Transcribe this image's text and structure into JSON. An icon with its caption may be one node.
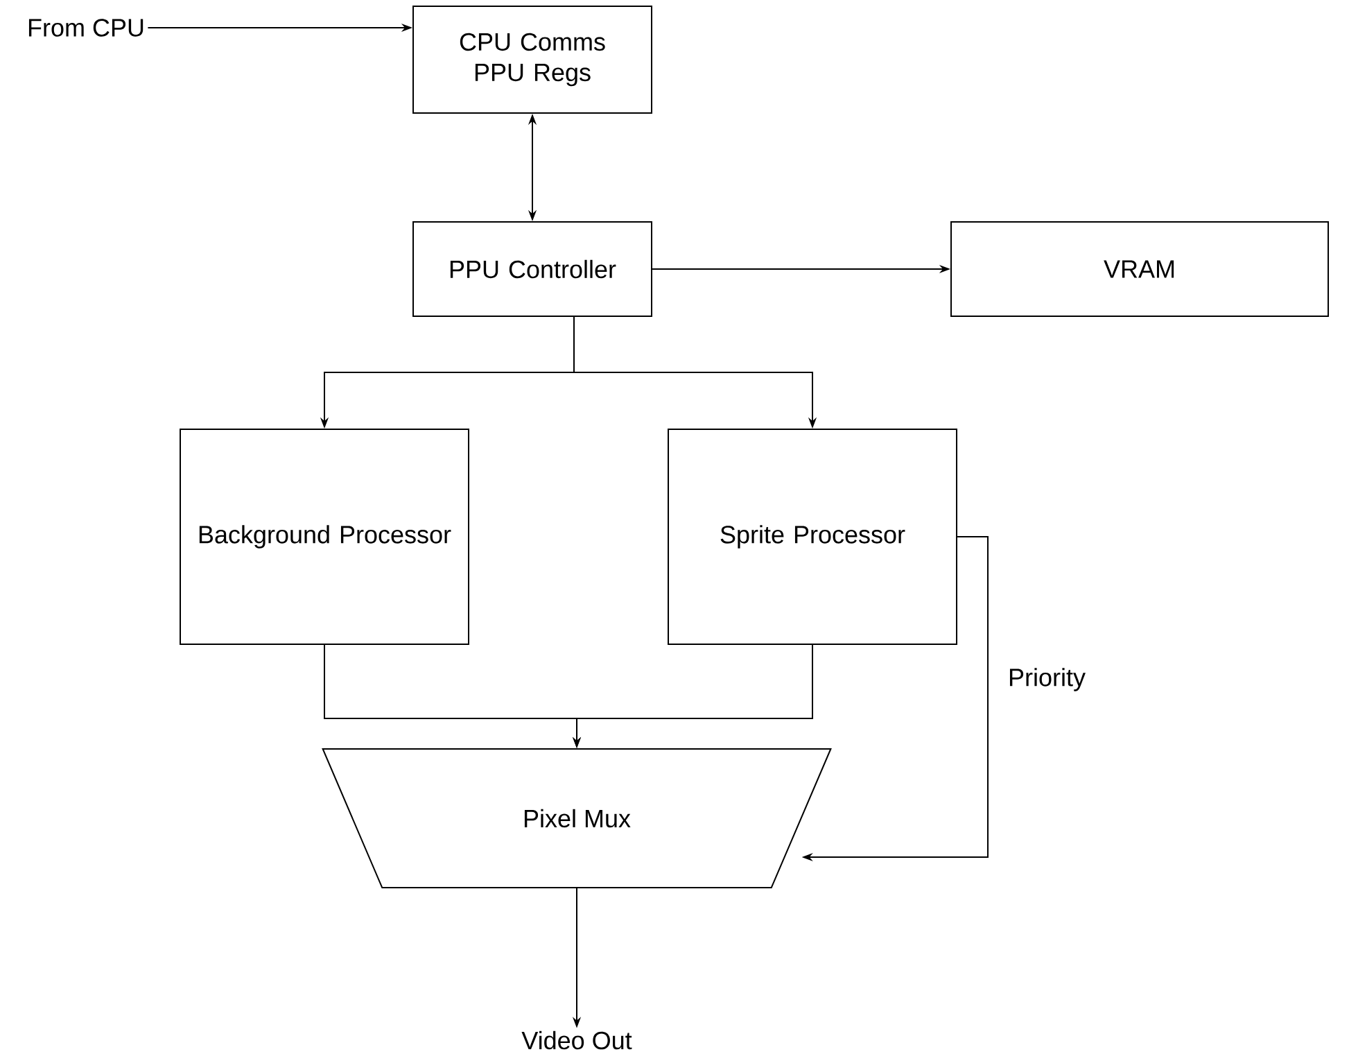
{
  "diagram": {
    "nodes": [
      {
        "text": [
          "From CPU"
        ]
      },
      {
        "text": [
          "CPU Comms PPU Regs"
        ]
      },
      {
        "text": [
          "PPU Controller"
        ]
      },
      {
        "text": [
          "VRAM"
        ]
      },
      {
        "text": [
          "Background Processor"
        ]
      },
      {
        "text": [
          "Sprite Processor"
        ]
      },
      {
        "text": [
          "Pixel Mux"
        ]
      },
      {
        "text": [
          "Video Out"
        ]
      }
    ],
    "edges": [
      {
        "from": 0,
        "to": 1,
        "arrow": "to"
      },
      {
        "from": 1,
        "to": 2,
        "arrow": "both"
      },
      {
        "from": 2,
        "to": 3,
        "arrow": "to"
      },
      {
        "from": 2,
        "to": 4,
        "arrow": "to"
      },
      {
        "from": 2,
        "to": 5,
        "arrow": "to"
      },
      {
        "from": 4,
        "to": 6,
        "arrow": "to"
      },
      {
        "from": 5,
        "to": 6,
        "arrow": "to"
      },
      {
        "from": 5,
        "to": 6,
        "arrow": "to",
        "label": "Priority"
      },
      {
        "from": 6,
        "to": 7,
        "arrow": "to"
      }
    ]
  }
}
